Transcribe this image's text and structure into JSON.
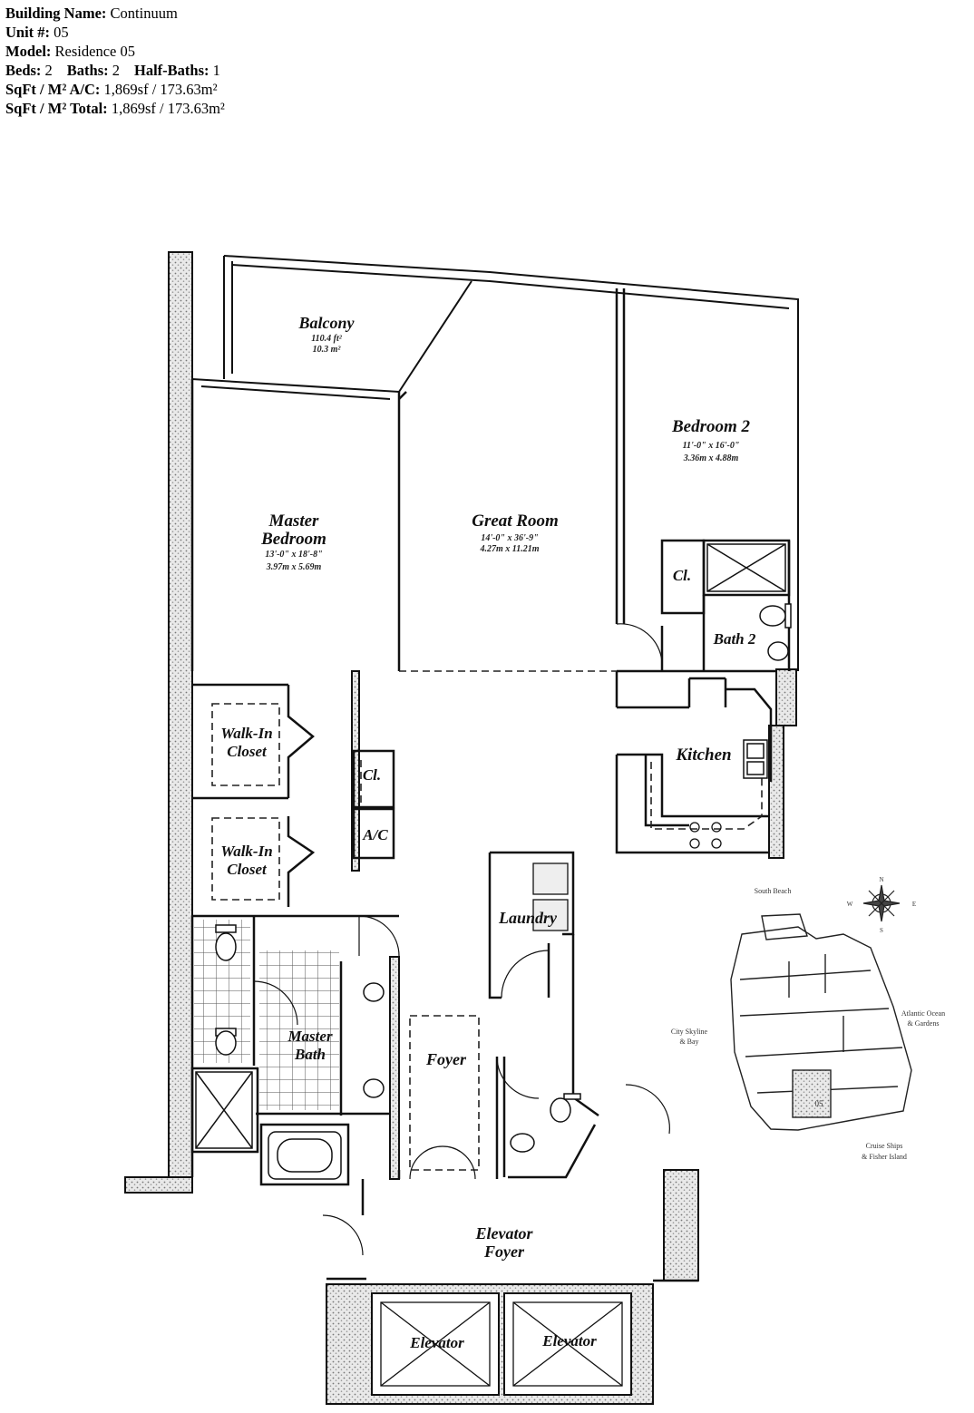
{
  "listing": {
    "building_label": "Building Name:",
    "building_value": "Continuum",
    "unit_label": "Unit #:",
    "unit_value": "05",
    "model_label": "Model:",
    "model_value": "Residence 05",
    "beds_label": "Beds:",
    "beds_value": "2",
    "baths_label": "Baths:",
    "baths_value": "2",
    "half_baths_label": "Half-Baths:",
    "half_baths_value": "1",
    "sqft_ac_label": "SqFt / M² A/C:",
    "sqft_ac_value": "1,869sf / 173.63m²",
    "sqft_total_label": "SqFt / M² Total:",
    "sqft_total_value": "1,869sf / 173.63m²"
  },
  "rooms": {
    "balcony": {
      "name": "Balcony",
      "dim1": "110.4 ft²",
      "dim2": "10.3 m²"
    },
    "master_bedroom": {
      "name1": "Master",
      "name2": "Bedroom",
      "dim1": "13'-0\" x 18'-8\"",
      "dim2": "3.97m x 5.69m"
    },
    "great_room": {
      "name": "Great Room",
      "dim1": "14'-0\" x 36'-9\"",
      "dim2": "4.27m x 11.21m"
    },
    "bedroom2": {
      "name": "Bedroom 2",
      "dim1": "11'-0\" x 16'-0\"",
      "dim2": "3.36m x 4.88m"
    },
    "closet_bedroom2": "Cl.",
    "bath2": "Bath 2",
    "kitchen": "Kitchen",
    "walkin1_a": "Walk-In",
    "walkin1_b": "Closet",
    "walkin2_a": "Walk-In",
    "walkin2_b": "Closet",
    "closet_hall": "Cl.",
    "ac": "A/C",
    "laundry": "Laundry",
    "master_bath_a": "Master",
    "master_bath_b": "Bath",
    "foyer": "Foyer",
    "elevator_foyer_a": "Elevator",
    "elevator_foyer_b": "Foyer",
    "elevator_left": "Elevator",
    "elevator_right": "Elevator"
  },
  "key_plan": {
    "north": "South Beach",
    "east": "Atlantic Ocean & Gardens",
    "west": "City Skyline & Bay",
    "south": "Cruise Ships & Fisher Island",
    "east_line1": "Atlantic Ocean",
    "east_line2": "& Gardens",
    "west_line1": "City Skyline",
    "west_line2": "& Bay",
    "south_line1": "Cruise Ships",
    "south_line2": "& Fisher Island",
    "unit_marker": "05",
    "compass_n": "N",
    "compass_s": "S",
    "compass_e": "E",
    "compass_w": "W"
  }
}
